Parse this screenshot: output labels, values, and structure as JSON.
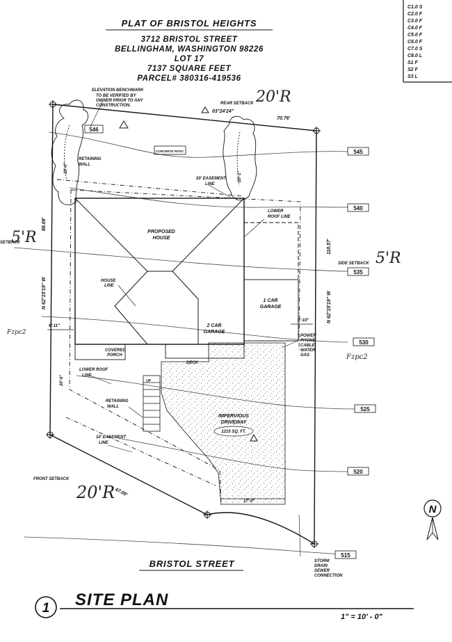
{
  "header": {
    "title": "PLAT OF BRISTOL HEIGHTS",
    "address_line": "3712 BRISTOL STREET",
    "city_line": "BELLINGHAM, WASHINGTON 98226",
    "lot_line": "LOT 17",
    "area_line": "7137 SQUARE FEET",
    "parcel_line": "PARCEL# 380316-419536"
  },
  "sheet_index": [
    "C1.0 S",
    "C2.0 F",
    "C3.0 F",
    "C4.0 F",
    "C5.0 F",
    "C6.0 F",
    "C7.0 S",
    "C8.0 L",
    "S1 F",
    "S2 F",
    "S3 L"
  ],
  "annotations": {
    "elevation_benchmark": "ELEVATION BENCHMARK",
    "benchmark_note": [
      "TO BE VERIFIED BY",
      "OWNER PRIOR TO ANY",
      "CONSTRUCTION."
    ],
    "benchmark_elev": "546",
    "rear_setback": "REAR SETBACK",
    "rear_angle": "03°24'24\"",
    "rear_length": "70.76'",
    "retaining_wall_top": [
      "RETAINING",
      "WALL"
    ],
    "dim_20_0": "20'-0\"",
    "dim_20_1": "20'-1\"",
    "concrete_patio": "CONCRETE PATIO",
    "easement_20": [
      "20' EASEMENT",
      "LINE"
    ],
    "lower_roof_line": [
      "LOWER",
      "ROOF LINE"
    ],
    "proposed_house": [
      "PROPOSED",
      "HOUSE"
    ],
    "house_line": [
      "HOUSE",
      "LINE"
    ],
    "one_car_garage": [
      "1 CAR",
      "GARAGE"
    ],
    "two_car_garage": [
      "2 CAR",
      "GARAGE"
    ],
    "side_setback_left": "SETBACK",
    "side_setback_right": "SIDE SETBACK",
    "left_bearing": "N 62°15'19\" W",
    "right_bearing": "N 62°15'19\" W",
    "left_length": "88.08'",
    "right_length": "110.57'",
    "dim_6_11": "6'-11\"",
    "dim_6_10": "6'-10\"",
    "utilities": [
      "POWER",
      "PHONE",
      "CABLE",
      "WATER",
      "GAS"
    ],
    "covered_porch": [
      "COVERED",
      "PORCH"
    ],
    "deck": "DECK",
    "lower_roof_line2": [
      "LOWER ROOF",
      "LINE"
    ],
    "dim_20_6": "20'-6\"",
    "up": "UP",
    "retaining_wall_bottom": [
      "RETAINING",
      "WALL"
    ],
    "impervious": [
      "IMPERVIOUS",
      "DRIVEWAY"
    ],
    "driveway_area": "1215 SQ. FT.",
    "easement_10": [
      "10' EASEMENT",
      "LINE"
    ],
    "front_setback": "FRONT SETBACK",
    "front_length": "47.00'",
    "dim_17_0": "17'-0\"",
    "street_name": "BRISTOL STREET",
    "storm_drain": [
      "STORM",
      "DRAIN"
    ],
    "sewer_connection": [
      "SEWER",
      "CONNECTION"
    ]
  },
  "contours": [
    "545",
    "540",
    "535",
    "530",
    "525",
    "520",
    "515"
  ],
  "handwritten": {
    "rear": "20'R",
    "left_side": "5'R",
    "right_side": "5'R",
    "front": "20'R",
    "left_note": "Fzpc2",
    "right_note": "Fzpc2"
  },
  "footer": {
    "sheet_number": "1",
    "title": "SITE PLAN",
    "scale": "1\" = 10' - 0\""
  },
  "north_arrow": "N"
}
